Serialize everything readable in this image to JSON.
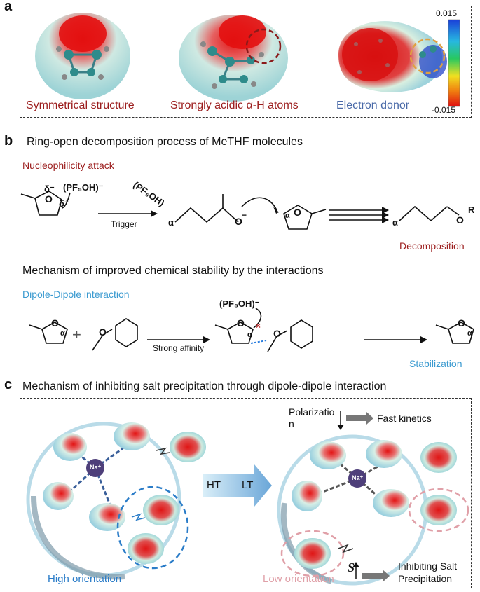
{
  "panel_a": {
    "letter": "a",
    "labels": [
      "Symmetrical structure",
      "Strongly acidic α-H atoms",
      "Electron donor"
    ],
    "colorbar": {
      "max": "0.015",
      "min": "-0.015"
    }
  },
  "panel_b": {
    "letter": "b",
    "title1": "Ring-open decomposition process of MeTHF molecules",
    "sub1": "Nucleophilicity attack",
    "trigger": "Trigger",
    "decomposition": "Decomposition",
    "title2": "Mechanism of improved chemical stability by the interactions",
    "sub2": "Dipole-Dipole interaction",
    "strong_affinity": "Strong affinity",
    "stabilization": "Stabilization",
    "plus": "+",
    "atoms": {
      "delta_minus": "δ⁻",
      "delta_plus": "δ⁺",
      "O": "O",
      "alpha": "α",
      "R": "R",
      "minus": "−",
      "pf5oh": "(PF₅OH)⁻",
      "pf5oh_chain": "(PF₅OH)",
      "cross": "×"
    }
  },
  "panel_c": {
    "letter": "c",
    "title": "Mechanism of inhibiting salt precipitation through dipole-dipole interaction",
    "polarization": "Polarizatio",
    "polarization_n": "n",
    "fast_kinetics": "Fast  kinetics",
    "ht": "HT",
    "lt": "LT",
    "na": "Na⁺",
    "high_orientation": "High orientation",
    "low_orientation": "Low orientation",
    "s_symbol": "S",
    "inhibiting1": "Inhibiting Salt",
    "inhibiting2": "Precipitation"
  }
}
